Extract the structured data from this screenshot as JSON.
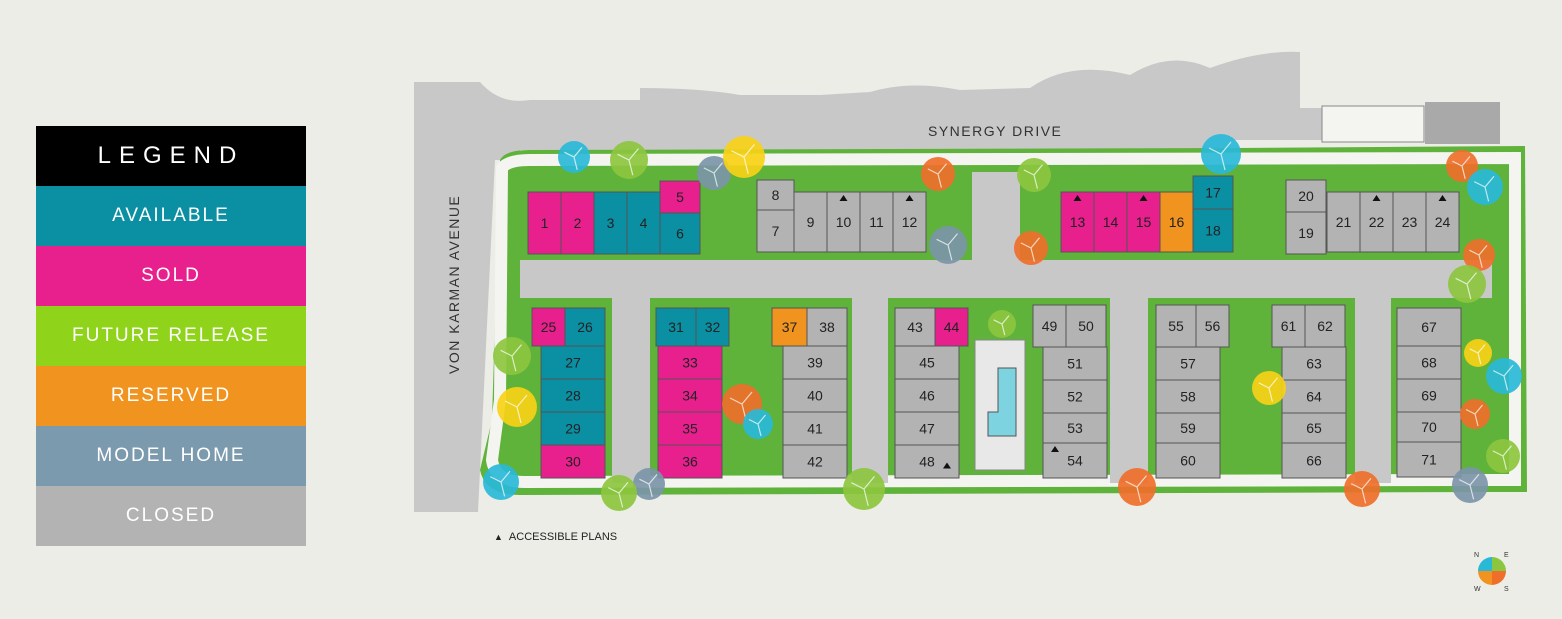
{
  "legend": {
    "title": "LEGEND",
    "items": [
      {
        "key": "available",
        "label": "AVAILABLE",
        "color": "#0a8fa3"
      },
      {
        "key": "sold",
        "label": "SOLD",
        "color": "#e8208e"
      },
      {
        "key": "future",
        "label": "FUTURE RELEASE",
        "color": "#8fd41a"
      },
      {
        "key": "reserved",
        "label": "RESERVED",
        "color": "#f0941f"
      },
      {
        "key": "model",
        "label": "MODEL HOME",
        "color": "#7b9aad"
      },
      {
        "key": "closed",
        "label": "CLOSED",
        "color": "#b3b3b3"
      }
    ]
  },
  "colors": {
    "title_bg": "#000000",
    "unit_closed": "#b3b3b3",
    "grass": "#5fb23a",
    "road": "#c8c8c8",
    "sidewalk": "#f4f4f0",
    "pool": "#7dd3e0",
    "tree_blue": "#2ab8d8",
    "tree_green": "#8cc63f",
    "tree_yellow": "#f7d116",
    "tree_orange": "#ef6f2a",
    "tree_gray": "#7b95a8"
  },
  "roads": {
    "top": "SYNERGY DRIVE",
    "left": "VON KARMAN AVENUE"
  },
  "footnote": {
    "symbol": "▲",
    "text": "ACCESSIBLE PLANS"
  },
  "units": {
    "1": "sold",
    "2": "sold",
    "3": "available",
    "4": "available",
    "5": "sold",
    "6": "available",
    "7": "closed",
    "8": "closed",
    "9": "closed",
    "10": "closed",
    "11": "closed",
    "12": "closed",
    "13": "sold",
    "14": "sold",
    "15": "sold",
    "16": "reserved",
    "17": "available",
    "18": "available",
    "19": "closed",
    "20": "closed",
    "21": "closed",
    "22": "closed",
    "23": "closed",
    "24": "closed",
    "25": "sold",
    "26": "available",
    "27": "available",
    "28": "available",
    "29": "available",
    "30": "sold",
    "31": "available",
    "32": "available",
    "33": "sold",
    "34": "sold",
    "35": "sold",
    "36": "sold",
    "37": "reserved",
    "38": "closed",
    "39": "closed",
    "40": "closed",
    "41": "closed",
    "42": "closed",
    "43": "closed",
    "44": "sold",
    "45": "closed",
    "46": "closed",
    "47": "closed",
    "48": "closed",
    "49": "closed",
    "50": "closed",
    "51": "closed",
    "52": "closed",
    "53": "closed",
    "54": "closed",
    "55": "closed",
    "56": "closed",
    "57": "closed",
    "58": "closed",
    "59": "closed",
    "60": "closed",
    "61": "closed",
    "62": "closed",
    "63": "closed",
    "64": "closed",
    "65": "closed",
    "66": "closed",
    "67": "closed",
    "68": "closed",
    "69": "closed",
    "70": "closed",
    "71": "closed"
  },
  "accessible_units": [
    "10",
    "12",
    "13",
    "15",
    "22",
    "24",
    "48",
    "54"
  ],
  "compass": [
    "N",
    "E",
    "S",
    "W"
  ]
}
